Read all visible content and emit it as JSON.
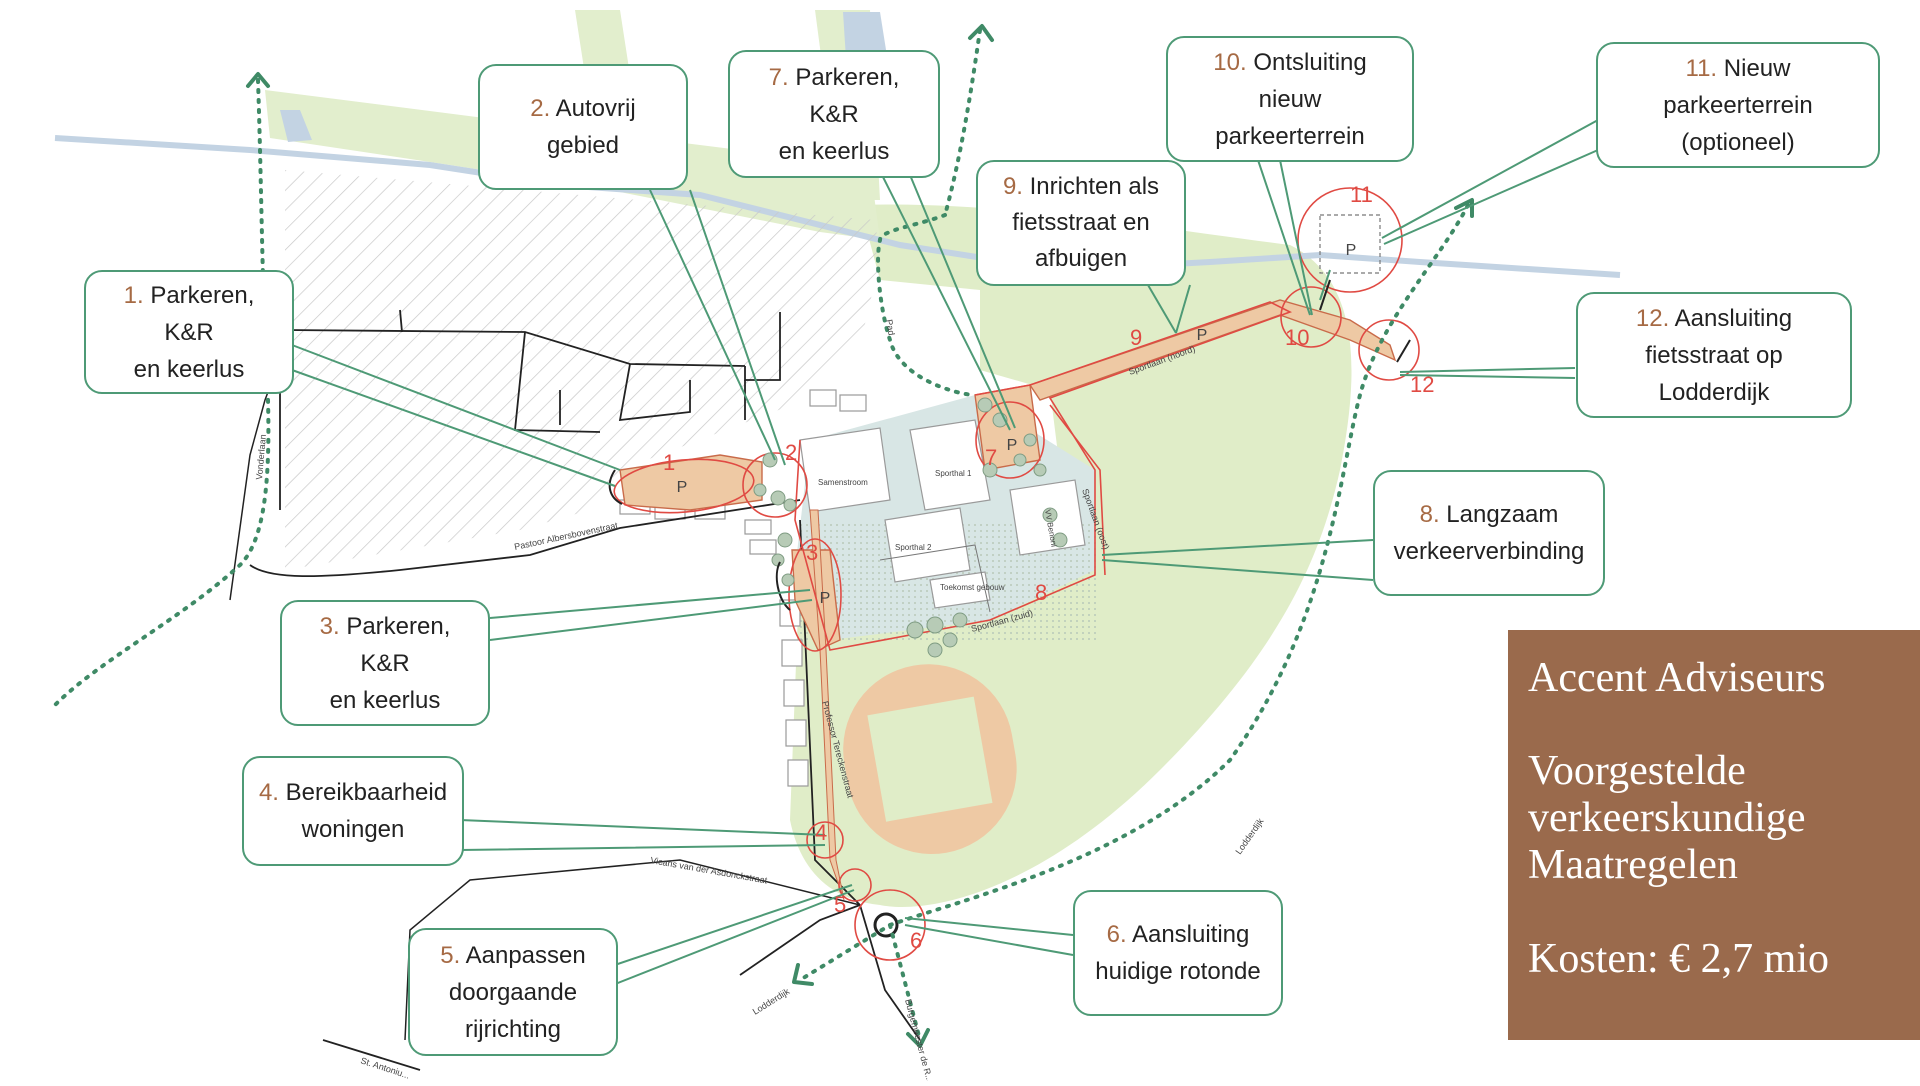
{
  "colors": {
    "green_line": "#4e9a76",
    "red": "#e04a43",
    "park_green": "#e0edc8",
    "orange_track": "#eec9a4",
    "brand_bg": "#9a6a4c",
    "water": "#c3d3e3"
  },
  "callouts": [
    {
      "num": "1.",
      "text": "Parkeren, K&R",
      "text2": "en keerlus"
    },
    {
      "num": "2.",
      "text": "Autovrij",
      "text2": "gebied"
    },
    {
      "num": "3.",
      "text": "Parkeren, K&R",
      "text2": "en keerlus"
    },
    {
      "num": "4.",
      "text": "Bereikbaarheid",
      "text2": "woningen"
    },
    {
      "num": "5.",
      "text": "Aanpassen",
      "text2": "doorgaande",
      "text3": "rijrichting"
    },
    {
      "num": "6.",
      "text": "Aansluiting",
      "text2": "huidige rotonde"
    },
    {
      "num": "7.",
      "text": "Parkeren, K&R",
      "text2": "en keerlus"
    },
    {
      "num": "8.",
      "text": "Langzaam",
      "text2": "verkeerverbinding"
    },
    {
      "num": "9.",
      "text": "Inrichten als",
      "text2": "fietsstraat en",
      "text3": "afbuigen"
    },
    {
      "num": "10.",
      "text": "Ontsluiting nieuw",
      "text2": "parkeerterrein"
    },
    {
      "num": "11.",
      "text": "Nieuw parkeerterrein",
      "text2": "(optioneel)"
    },
    {
      "num": "12.",
      "text": "Aansluiting",
      "text2": "fietsstraat op Lodderdijk"
    }
  ],
  "markers": [
    "1",
    "2",
    "3",
    "4",
    "5",
    "6",
    "7",
    "8",
    "9",
    "10",
    "11",
    "12"
  ],
  "parking_symbol": "P",
  "street_labels": {
    "vonderlaan": "Vonderlaan",
    "pastoor": "Pastoor Albersbovenstraat",
    "sportlaan_noord": "Sportlaan (noord)",
    "sportlaan_oost": "Sportlaan (oost)",
    "sportlaan_zuid": "Sportlaan (zuid)",
    "prof": "Professor Tereckenstraat",
    "vicaris": "Vicaris van der Asdonckstraat",
    "lodderdijk_w": "Lodderdijk",
    "lodderdijk_e": "Lodderdijk",
    "burgemeester": "Burgemeester de R...",
    "st_antonius": "St. Antoniu...",
    "pad": "Pad"
  },
  "building_labels": {
    "samenstroom": "Samenstroom",
    "sporthal1": "Sporthal 1",
    "sporthal2": "Sporthal 2",
    "vvbenoni": "VV Benoni",
    "toekomst": "Toekomst gebouw"
  },
  "brand": {
    "name": "Accent Adviseurs",
    "title_line1": "Voorgestelde",
    "title_line2": "verkeerskundige",
    "title_line3": "Maatregelen",
    "costs": "Kosten: € 2,7 mio"
  }
}
